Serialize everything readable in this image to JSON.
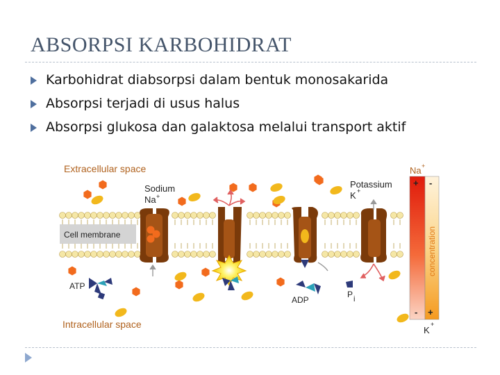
{
  "slide": {
    "title": "ABSORPSI KARBOHIDRAT",
    "bullets": [
      "Karbohidrat diabsorpsi dalam bentuk monosakarida",
      "Absorpsi terjadi di usus halus",
      "Absorpsi glukosa dan galaktosa melalui transport aktif"
    ]
  },
  "figure": {
    "extracellular_label": "Extracellular space",
    "intracellular_label": "Intracellular space",
    "cell_membrane_label": "Cell membrane",
    "sodium_label": "Sodium",
    "sodium_symbol": "Na",
    "sodium_charge": "+",
    "potassium_label": "Potassium",
    "potassium_symbol": "K",
    "potassium_charge": "+",
    "atp_label": "ATP",
    "adp_label": "ADP",
    "pi_p": "P",
    "pi_i": "i",
    "gradient_label": "concentration",
    "gradient_top_na": "Na",
    "gradient_top_charge": "+",
    "gradient_bottom_k": "K",
    "gradient_bottom_charge": "+",
    "left_top_sign": "+",
    "left_bottom_sign": "-",
    "right_top_sign": "-",
    "right_bottom_sign": "+",
    "colors": {
      "sodium": "#f26b1d",
      "potassium": "#f2b81c",
      "pump": "#7a3a0a",
      "lipid_head": "#f5e7a6",
      "gradient_red": "#e01b0b",
      "gradient_orange": "#f7a23a"
    }
  }
}
